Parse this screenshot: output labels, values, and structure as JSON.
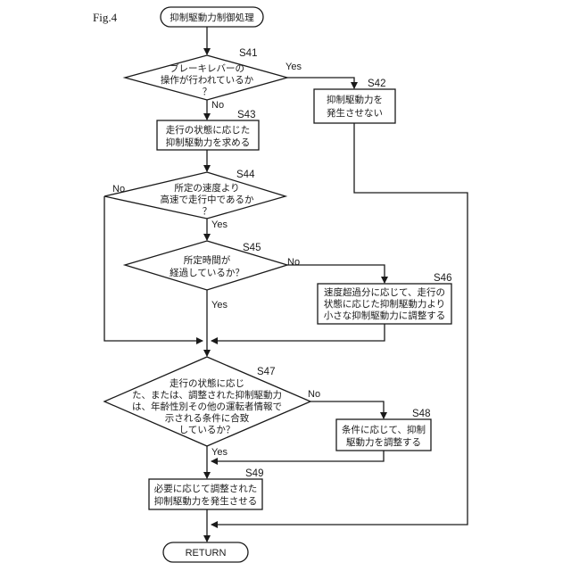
{
  "figure_label": "Fig.4",
  "start": {
    "label": "抑制駆動力制御処理"
  },
  "end": {
    "label": "RETURN"
  },
  "steps": {
    "S41": {
      "id": "S41",
      "type": "decision",
      "lines": [
        "ブレーキレバーの",
        "操作が行われているか",
        "？"
      ],
      "yes_label": "Yes",
      "no_label": "No"
    },
    "S42": {
      "id": "S42",
      "type": "process",
      "lines": [
        "抑制駆動力を",
        "発生させない"
      ]
    },
    "S43": {
      "id": "S43",
      "type": "process",
      "lines": [
        "走行の状態に応じた",
        "抑制駆動力を求める"
      ]
    },
    "S44": {
      "id": "S44",
      "type": "decision",
      "lines": [
        "所定の速度より",
        "高速で走行中であるか",
        "？"
      ],
      "yes_label": "Yes",
      "no_label": "No"
    },
    "S45": {
      "id": "S45",
      "type": "decision",
      "lines": [
        "所定時間が",
        "経過しているか？"
      ],
      "yes_label": "Yes",
      "no_label": "No"
    },
    "S46": {
      "id": "S46",
      "type": "process",
      "lines": [
        "速度超過分に応じて、走行の",
        "状態に応じた抑制駆動力より",
        "小さな抑制駆動力に調整する"
      ]
    },
    "S47": {
      "id": "S47",
      "type": "decision",
      "lines": [
        "走行の状態に応じ",
        "た、または、調整された抑制駆動力",
        "は、年齢性別その他の運転者情報で",
        "示される条件に合致",
        "しているか？"
      ],
      "yes_label": "Yes",
      "no_label": "No"
    },
    "S48": {
      "id": "S48",
      "type": "process",
      "lines": [
        "条件に応じて、抑制",
        "駆動力を調整する"
      ]
    },
    "S49": {
      "id": "S49",
      "type": "process",
      "lines": [
        "必要に応じて調整された",
        "抑制駆動力を発生させる"
      ]
    }
  }
}
